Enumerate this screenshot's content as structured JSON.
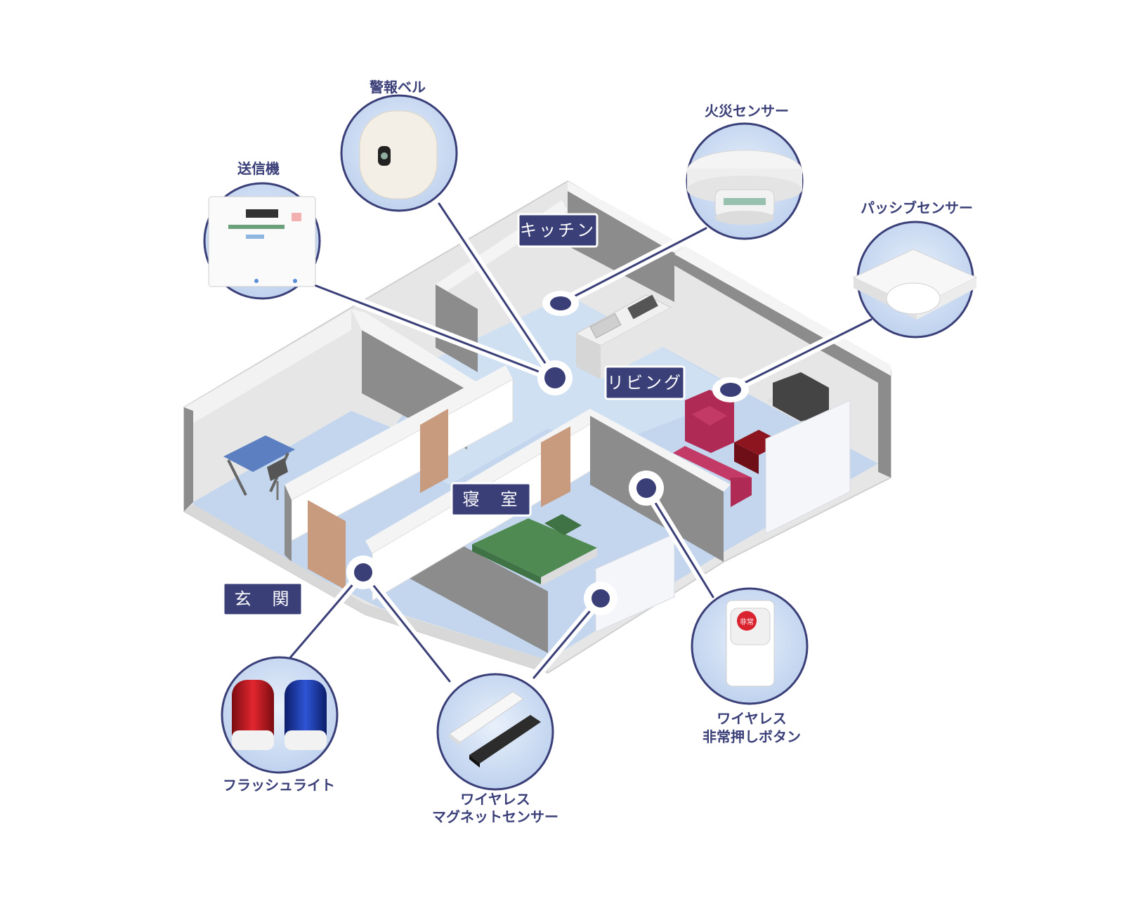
{
  "rooms": {
    "kitchen": "キッチン",
    "living": "リビング",
    "bedroom": "寝　室",
    "entrance": "玄　関"
  },
  "devices": {
    "transmitter": "送信機",
    "alarm_bell": "警報ベル",
    "fire_sensor": "火災センサー",
    "passive_sensor": "パッシブセンサー",
    "panic_button_line1": "ワイヤレス",
    "panic_button_line2": "非常押しボタン",
    "flash_light": "フラッシュライト",
    "magnet_sensor_line1": "ワイヤレス",
    "magnet_sensor_line2": "マグネットセンサー",
    "panic_button_face": "非常"
  },
  "colors": {
    "accent": "#3a3f78",
    "floor": "#c3d6ee",
    "wall_inner": "#8c8c8c",
    "wall_top": "#f2f2f2",
    "bubble": "#c9d9f0",
    "door": "#c89b7f",
    "bed": "#4e8a52",
    "sofa": "#b02a56",
    "table": "#8c1520"
  }
}
